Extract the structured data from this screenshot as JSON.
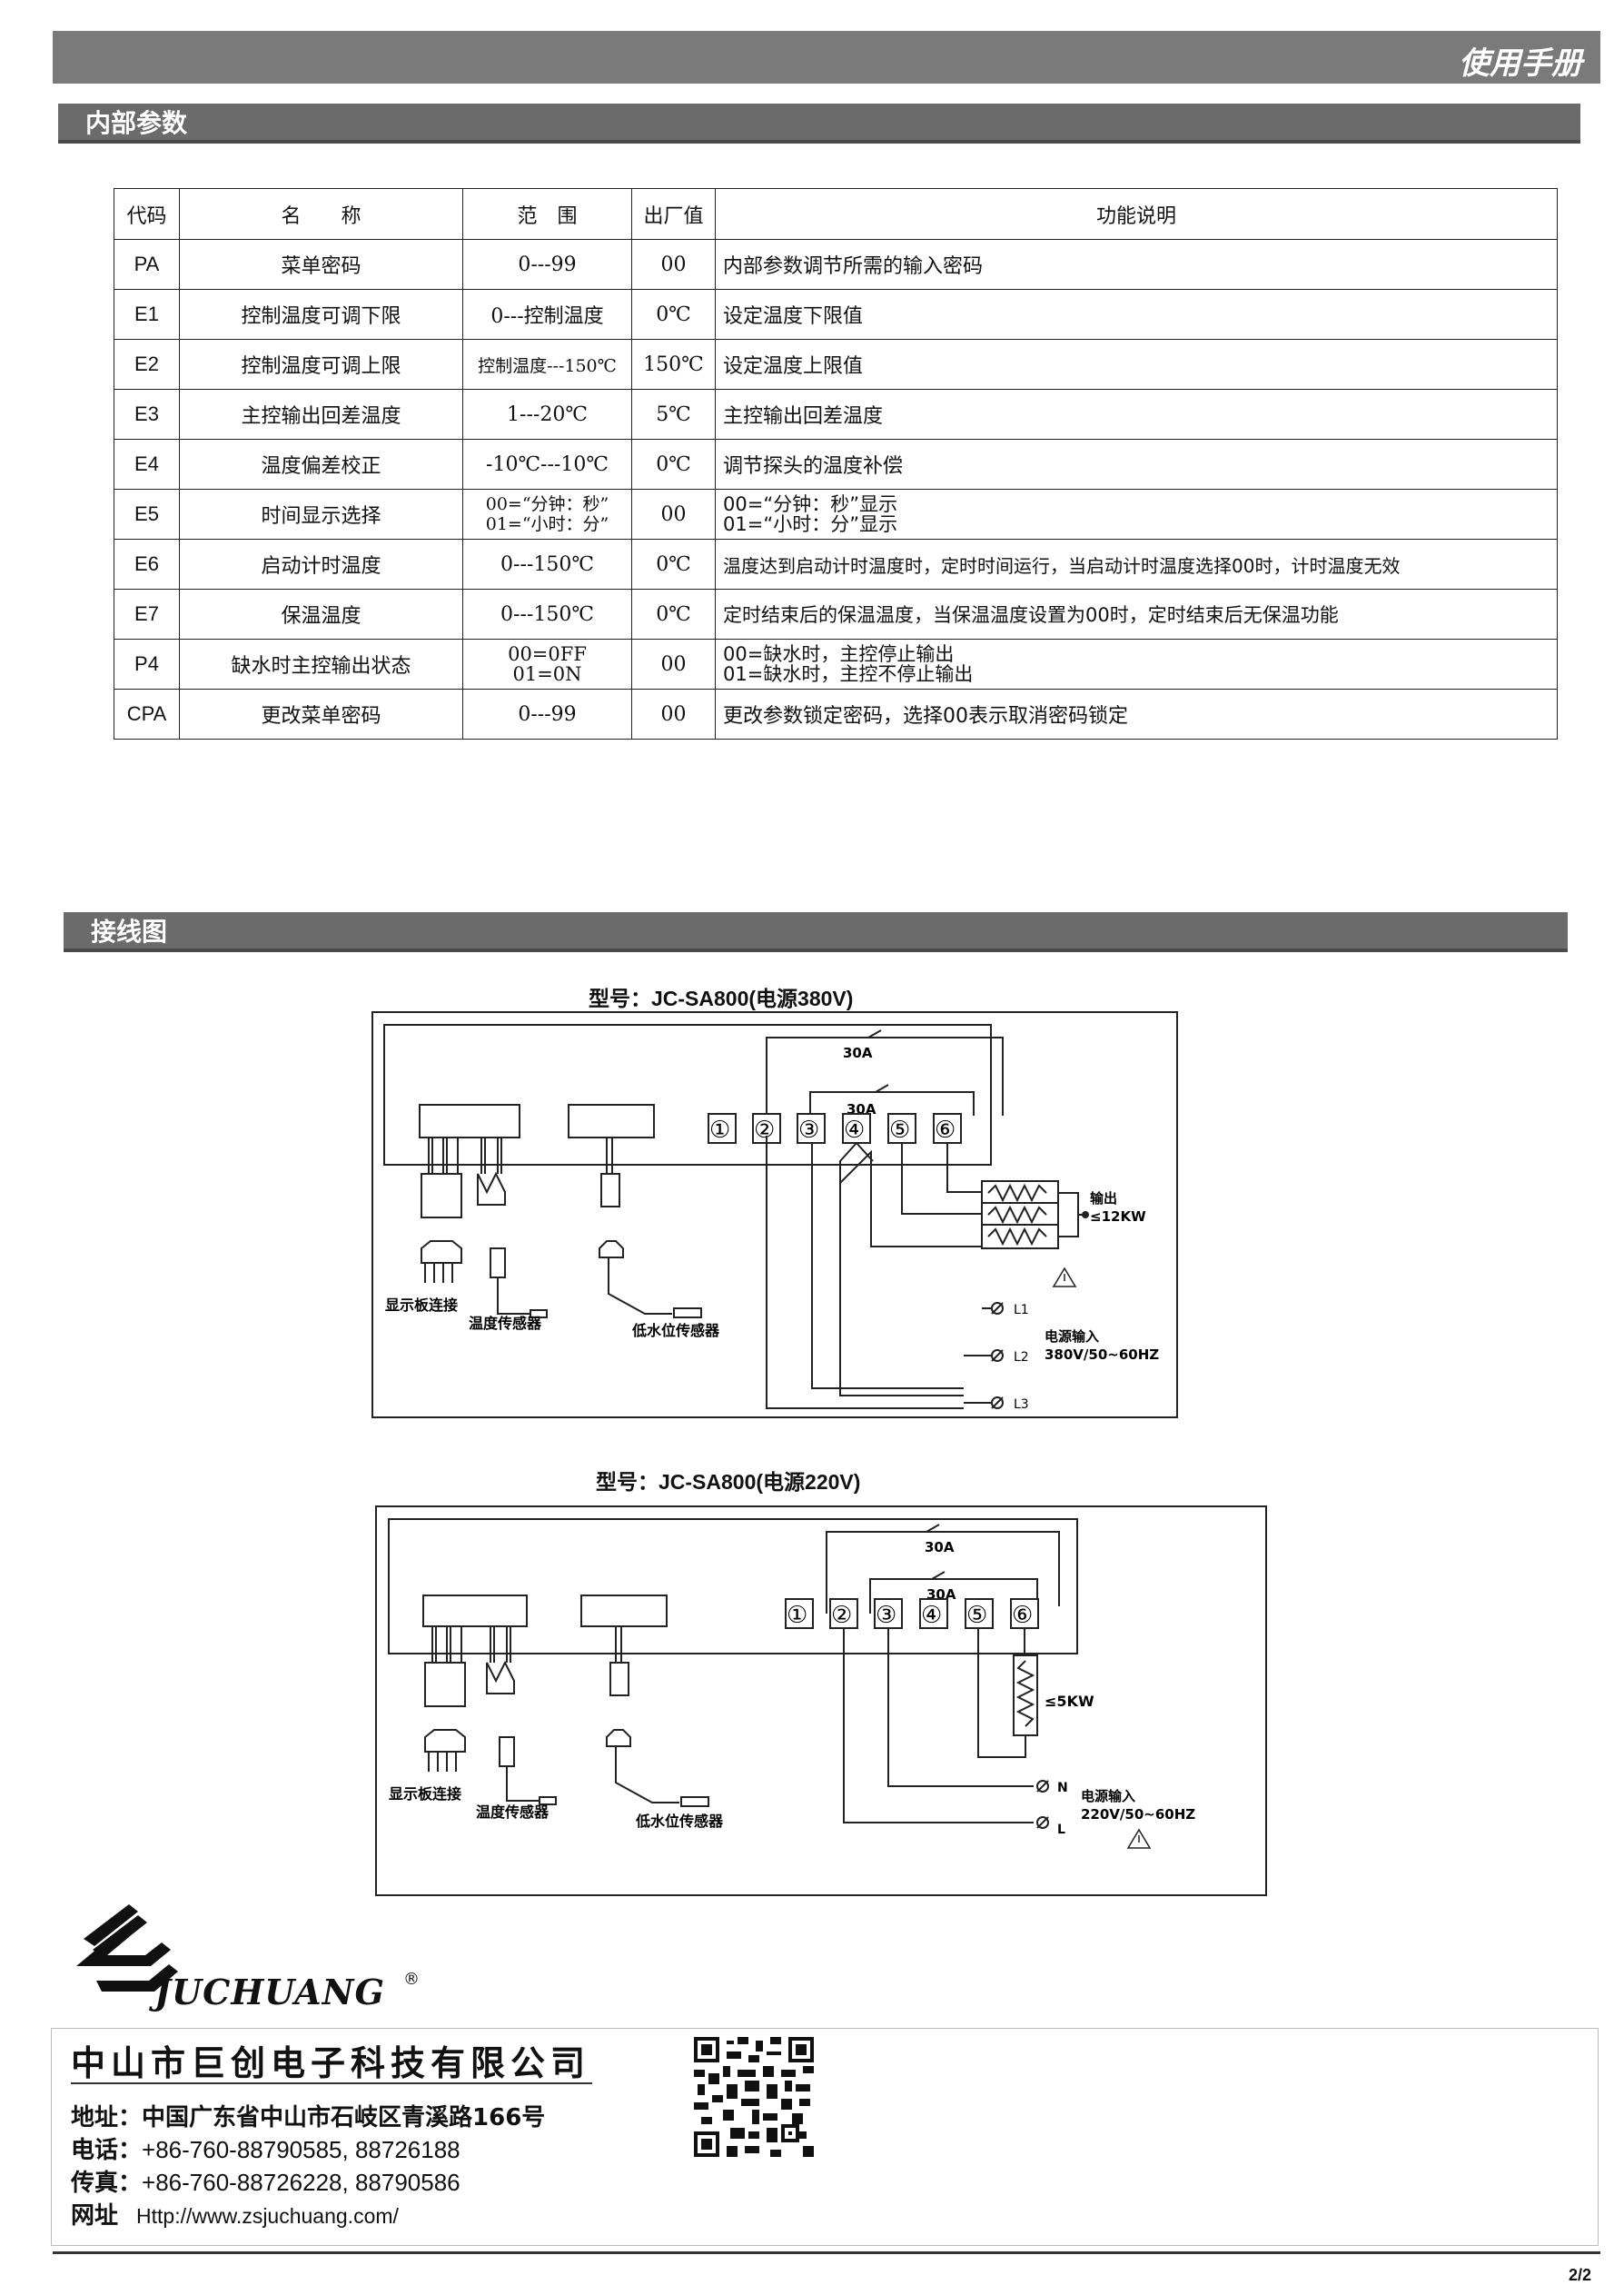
{
  "header": {
    "title": "使用手册"
  },
  "section_params": {
    "title": "内部参数"
  },
  "table": {
    "headers": {
      "code": "代码",
      "name": "名　　称",
      "range": "范　围",
      "default": "出厂值",
      "desc": "功能说明"
    },
    "rows": [
      {
        "code": "PA",
        "name": "菜单密码",
        "range": "0---99",
        "default": "00",
        "desc": "内部参数调节所需的输入密码"
      },
      {
        "code": "E1",
        "name": "控制温度可调下限",
        "range": "0---控制温度",
        "default": "0℃",
        "desc": "设定温度下限值"
      },
      {
        "code": "E2",
        "name": "控制温度可调上限",
        "range": "控制温度---150℃",
        "default": "150℃",
        "desc": "设定温度上限值"
      },
      {
        "code": "E3",
        "name": "主控输出回差温度",
        "range": "1---20℃",
        "default": "5℃",
        "desc": "主控输出回差温度"
      },
      {
        "code": "E4",
        "name": "温度偏差校正",
        "range": "-10℃---10℃",
        "default": "0℃",
        "desc": "调节探头的温度补偿"
      },
      {
        "code": "E5",
        "name": "时间显示选择",
        "range1": "00=“分钟：秒”",
        "range2": "01=“小时：分”",
        "default": "00",
        "desc1": "00=“分钟：秒”显示",
        "desc2": "01=“小时：分”显示"
      },
      {
        "code": "E6",
        "name": "启动计时温度",
        "range": "0---150℃",
        "default": "0℃",
        "desc": "温度达到启动计时温度时，定时时间运行，当启动计时温度选择00时，计时温度无效"
      },
      {
        "code": "E7",
        "name": "保温温度",
        "range": "0---150℃",
        "default": "0℃",
        "desc": "定时结束后的保温温度，当保温温度设置为00时，定时结束后无保温功能"
      },
      {
        "code": "P4",
        "name": "缺水时主控输出状态",
        "range1": "00=0FF",
        "range2": "01=0N",
        "default": "00",
        "desc1": "00=缺水时，主控停止输出",
        "desc2": "01=缺水时，主控不停止输出"
      },
      {
        "code": "CPA",
        "name": "更改菜单密码",
        "range": "0---99",
        "default": "00",
        "desc": "更改参数锁定密码，选择00表示取消密码锁定"
      }
    ]
  },
  "section_wiring": {
    "title": "接线图"
  },
  "diagram1": {
    "title": "型号：JC-SA800(电源380V)",
    "relay_outer": "30A",
    "relay_inner": "30A",
    "terminals": [
      "①",
      "②",
      "③",
      "④",
      "⑤",
      "⑥"
    ],
    "output_label1": "输出",
    "output_label2": "≤12KW",
    "phase_l1": "L1",
    "phase_l2": "L2",
    "phase_l3": "L3",
    "power_label1": "电源输入",
    "power_label2": "380V/50~60HZ",
    "display_conn": "显示板连接",
    "temp_sensor": "温度传感器",
    "water_sensor": "低水位传感器"
  },
  "diagram2": {
    "title": "型号：JC-SA800(电源220V)",
    "relay_outer": "30A",
    "relay_inner": "30A",
    "terminals": [
      "①",
      "②",
      "③",
      "④",
      "⑤",
      "⑥"
    ],
    "output_label": "≤5KW",
    "n_label": "N",
    "l_label": "L",
    "power_label1": "电源输入",
    "power_label2": "220V/50~60HZ",
    "display_conn": "显示板连接",
    "temp_sensor": "温度传感器",
    "water_sensor": "低水位传感器"
  },
  "footer": {
    "logo": "JUCHUANG",
    "reg": "®",
    "company": "中山市巨创电子科技有限公司",
    "address_label": "地址：",
    "address": "中国广东省中山市石岐区青溪路166号",
    "phone_label": "电话：",
    "phone": "+86-760-88790585, 88726188",
    "fax_label": "传真：",
    "fax": "+86-760-88726228, 88790586",
    "web_label": "网址",
    "web": "Http://www.zsjuchuang.com/",
    "page": "2/2"
  }
}
